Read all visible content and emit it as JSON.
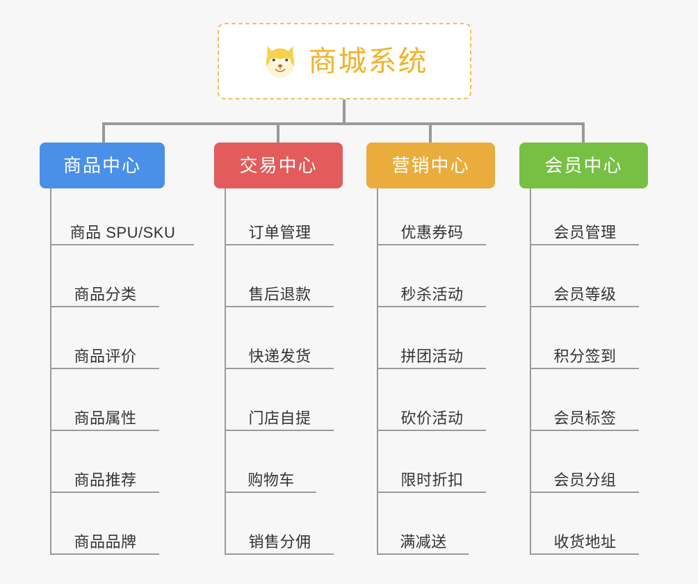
{
  "root": {
    "title": "商城系统",
    "icon": "shiba-dog-face-icon",
    "border_color": "#f0c060",
    "text_color": "#f0b429",
    "background": "#ffffff"
  },
  "canvas": {
    "background": "#f7f7f7",
    "connector_color": "#999999",
    "leaf_line_color": "#9a9a9a"
  },
  "columns": [
    {
      "label": "商品中心",
      "color": "#4a90e8",
      "items": [
        "商品 SPU/SKU",
        "商品分类",
        "商品评价",
        "商品属性",
        "商品推荐",
        "商品品牌"
      ]
    },
    {
      "label": "交易中心",
      "color": "#e35b5b",
      "items": [
        "订单管理",
        "售后退款",
        "快递发货",
        "门店自提",
        "购物车",
        "销售分佣"
      ]
    },
    {
      "label": "营销中心",
      "color": "#eaac3c",
      "items": [
        "优惠券码",
        "秒杀活动",
        "拼团活动",
        "砍价活动",
        "限时折扣",
        "满减送"
      ]
    },
    {
      "label": "会员中心",
      "color": "#77c044",
      "items": [
        "会员管理",
        "会员等级",
        "积分签到",
        "会员标签",
        "会员分组",
        "收货地址"
      ]
    }
  ]
}
